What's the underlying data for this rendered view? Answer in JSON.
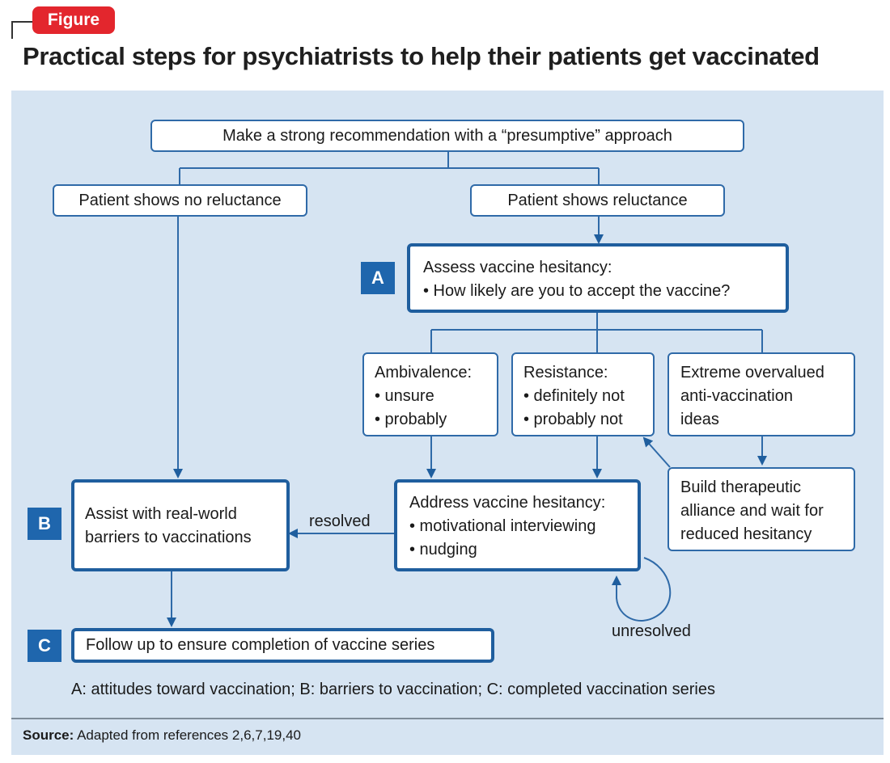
{
  "header": {
    "tag": "Figure",
    "title": "Practical steps for psychiatrists to help their patients get vaccinated"
  },
  "nodes": {
    "recommend": "Make a strong recommendation with a “presumptive” approach",
    "no_reluctance": "Patient shows no reluctance",
    "reluctance": "Patient shows reluctance",
    "assess": {
      "title": "Assess vaccine hesitancy:",
      "bullet": "• How likely are you to accept the vaccine?"
    },
    "ambivalence": {
      "title": "Ambivalence:",
      "items": [
        "• unsure",
        "• probably"
      ]
    },
    "resistance": {
      "title": "Resistance:",
      "items": [
        "• definitely not",
        "• probably not"
      ]
    },
    "extreme": {
      "lines": [
        "Extreme overvalued",
        "anti-vaccination",
        "ideas"
      ]
    },
    "alliance": {
      "lines": [
        "Build therapeutic",
        "alliance and wait for",
        "reduced hesitancy"
      ]
    },
    "address": {
      "title": "Address vaccine hesitancy:",
      "items": [
        "• motivational interviewing",
        "• nudging"
      ]
    },
    "assist": {
      "lines": [
        "Assist with real-world",
        "barriers to vaccinations"
      ]
    },
    "follow_up": "Follow up to ensure completion of vaccine series"
  },
  "badges": {
    "a": "A",
    "b": "B",
    "c": "C"
  },
  "edge_labels": {
    "resolved": "resolved",
    "unresolved": "unresolved"
  },
  "caption": "A: attitudes toward vaccination; B: barriers to vaccination; C: completed vaccination series",
  "source": {
    "label": "Source:",
    "text": " Adapted from references 2,6,7,19,40"
  },
  "colors": {
    "tag": "#e3262d",
    "panel": "#d6e4f2",
    "accent": "#1f66ad",
    "line": "#2f6aa8"
  }
}
